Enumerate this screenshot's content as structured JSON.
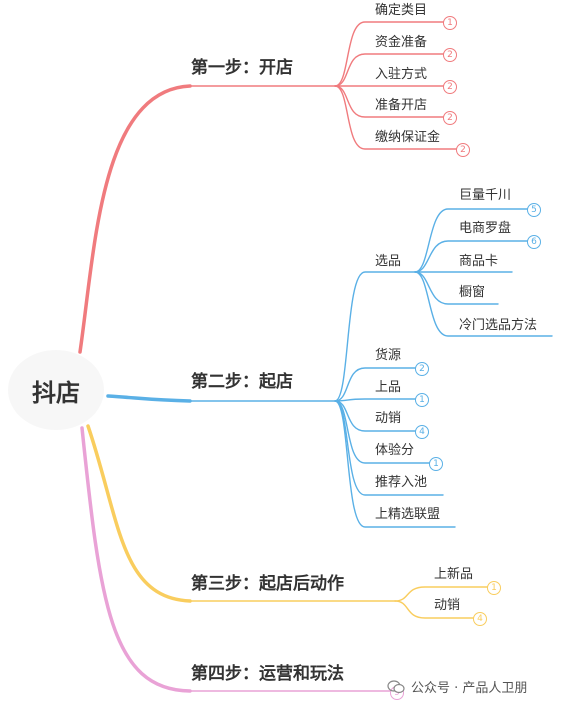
{
  "colors": {
    "red": "#f07b7e",
    "blue": "#5ab0e6",
    "yellow": "#f9cd5e",
    "pink": "#e9a2d6"
  },
  "root": {
    "label": "抖店"
  },
  "branches": [
    {
      "id": "b1",
      "label": "第一步：开店",
      "color": "red",
      "children": [
        {
          "label": "确定类目",
          "badge": "1"
        },
        {
          "label": "资金准备",
          "badge": "2"
        },
        {
          "label": "入驻方式",
          "badge": "2"
        },
        {
          "label": "准备开店",
          "badge": "2"
        },
        {
          "label": "缴纳保证金",
          "badge": "2"
        }
      ]
    },
    {
      "id": "b2",
      "label": "第二步：起店",
      "color": "blue",
      "children": [
        {
          "label": "选品",
          "badge": "",
          "children": [
            {
              "label": "巨量千川",
              "badge": "5"
            },
            {
              "label": "电商罗盘",
              "badge": "6"
            },
            {
              "label": "商品卡",
              "badge": ""
            },
            {
              "label": "橱窗",
              "badge": ""
            },
            {
              "label": "冷门选品方法",
              "badge": ""
            }
          ]
        },
        {
          "label": "货源",
          "badge": "2"
        },
        {
          "label": "上品",
          "badge": "1"
        },
        {
          "label": "动销",
          "badge": "4"
        },
        {
          "label": "体验分",
          "badge": "1"
        },
        {
          "label": "推荐入池",
          "badge": ""
        },
        {
          "label": "上精选联盟",
          "badge": ""
        }
      ]
    },
    {
      "id": "b3",
      "label": "第三步：起店后动作",
      "color": "yellow",
      "children": [
        {
          "label": "上新品",
          "badge": "1"
        },
        {
          "label": "动销",
          "badge": "4"
        }
      ]
    },
    {
      "id": "b4",
      "label": "第四步：运营和玩法",
      "color": "pink",
      "children": [],
      "badge": "9"
    }
  ],
  "watermark": {
    "text": "公众号 · 产品人卫朋",
    "icon": "wechat-icon"
  }
}
